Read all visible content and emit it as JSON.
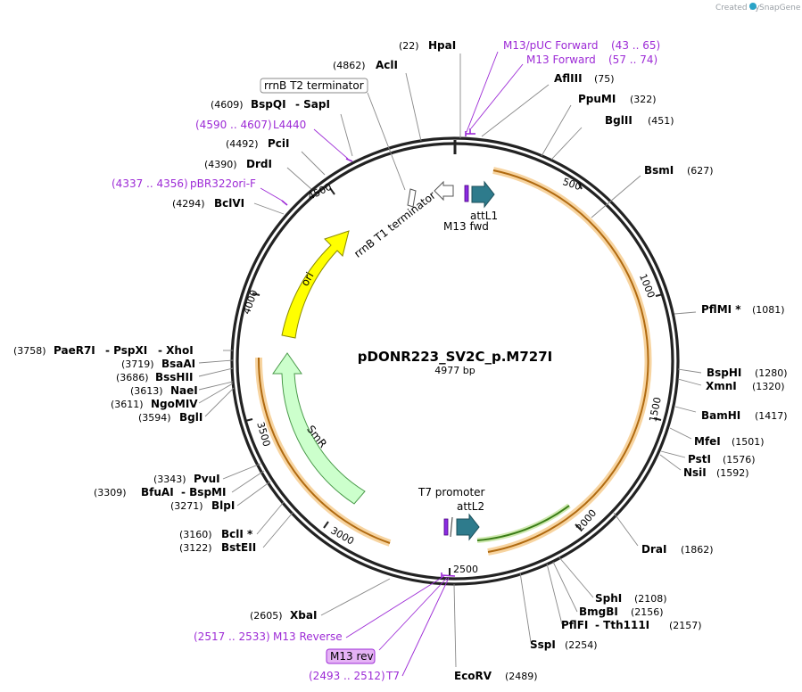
{
  "watermark": {
    "text": "Created by",
    "brand": "SnapGene"
  },
  "plasmid": {
    "name": "pDONR223_SV2C_p.M727I",
    "length": "4977 bp"
  },
  "colors": {
    "primer": "#9d2bd6",
    "ori": "#ffff00",
    "smr": "#ccffcc",
    "att": "#2e7b8c",
    "orf": "#f5b041"
  },
  "ticks": [
    "500",
    "1000",
    "1500",
    "2000",
    "2500",
    "3000",
    "3500",
    "4000",
    "4500"
  ],
  "features": {
    "ori": "ori",
    "smr": "SmR",
    "rrnb_t1": "rrnB T1 terminator",
    "rrnb_t2": "rrnB T2 terminator",
    "attl1": "attL1",
    "m13_fwd": "M13 fwd",
    "attl2": "attL2",
    "t7_promoter": "T7 promoter",
    "m13_rev": "M13 rev"
  },
  "sites": [
    {
      "pos": "(22)",
      "name": "HpaI"
    },
    {
      "pos": "(4862)",
      "name": "AclI"
    },
    {
      "pos": "(4609)",
      "name": "BspQI",
      "name2": "-  SapI"
    },
    {
      "pos": "(4492)",
      "name": "PciI"
    },
    {
      "pos": "(4390)",
      "name": "DrdI"
    },
    {
      "pos": "(4294)",
      "name": "BclVI"
    },
    {
      "pos": "(75)",
      "name": "AflIII"
    },
    {
      "pos": "(322)",
      "name": "PpuMI"
    },
    {
      "pos": "(451)",
      "name": "BglII"
    },
    {
      "pos": "(627)",
      "name": "BsmI"
    },
    {
      "pos": "(1081)",
      "name": "PflMI *"
    },
    {
      "pos": "(1280)",
      "name": "BspHI"
    },
    {
      "pos": "(1320)",
      "name": "XmnI"
    },
    {
      "pos": "(1417)",
      "name": "BamHI"
    },
    {
      "pos": "(1501)",
      "name": "MfeI"
    },
    {
      "pos": "(1576)",
      "name": "PstI"
    },
    {
      "pos": "(1592)",
      "name": "NsiI"
    },
    {
      "pos": "(1862)",
      "name": "DraI"
    },
    {
      "pos": "(2108)",
      "name": "SphI"
    },
    {
      "pos": "(2156)",
      "name": "BmgBI"
    },
    {
      "pos": "(2157)",
      "name": "PflFI",
      "name2": "-  Tth111I"
    },
    {
      "pos": "(2254)",
      "name": "SspI"
    },
    {
      "pos": "(2489)",
      "name": "EcoRV"
    },
    {
      "pos": "(2605)",
      "name": "XbaI"
    },
    {
      "pos": "(3758)",
      "name": "PaeR7I",
      "name2": "-  PspXI",
      "name3": "-  XhoI"
    },
    {
      "pos": "(3719)",
      "name": "BsaAI"
    },
    {
      "pos": "(3686)",
      "name": "BssHII"
    },
    {
      "pos": "(3613)",
      "name": "NaeI"
    },
    {
      "pos": "(3611)",
      "name": "NgoMIV"
    },
    {
      "pos": "(3594)",
      "name": "BglI"
    },
    {
      "pos": "(3343)",
      "name": "PvuI"
    },
    {
      "pos": "(3309)",
      "name": "BfuAI",
      "name2": "-  BspMI"
    },
    {
      "pos": "(3271)",
      "name": "BlpI"
    },
    {
      "pos": "(3160)",
      "name": "BclI *"
    },
    {
      "pos": "(3122)",
      "name": "BstEII"
    }
  ],
  "primers": [
    {
      "name": "M13/pUC Forward",
      "range": "(43 .. 65)"
    },
    {
      "name": "M13 Forward",
      "range": "(57 .. 74)"
    },
    {
      "name": "L4440",
      "range": "(4590 .. 4607)"
    },
    {
      "name": "pBR322ori-F",
      "range": "(4337 .. 4356)"
    },
    {
      "name": "M13 Reverse",
      "range": "(2517 .. 2533)"
    },
    {
      "name": "T7",
      "range": "(2493 .. 2512)"
    }
  ]
}
